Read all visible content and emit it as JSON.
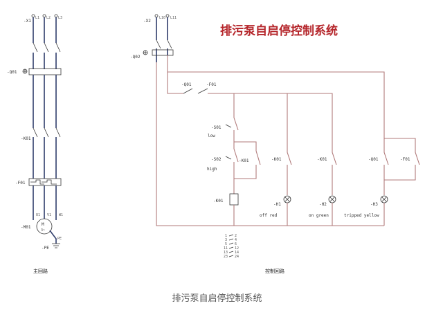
{
  "diagram_title": "排污泵自启停控制系统",
  "caption": "排污泵自启停控制系统",
  "main_circuit": {
    "supply": "-X1",
    "phases": [
      "L1",
      "L2",
      "L3"
    ],
    "breaker": "-Q01",
    "contactor": "-K01",
    "overload": "-F01",
    "motor": "-M01",
    "motor_symbol": "M",
    "motor_phase": "3~",
    "terminals": [
      "U1",
      "V1",
      "W1"
    ],
    "earth": "-PE",
    "earth_term": "PE",
    "section_label": "主回路"
  },
  "control_circuit": {
    "supply": "-X2",
    "terminals": [
      "L10",
      "L11"
    ],
    "breaker": "-Q02",
    "aux_q01": "-Q01",
    "aux_f01": "-F01",
    "float_low": "-S01",
    "float_low_label": "low",
    "float_high": "-S02",
    "float_high_label": "high",
    "hold_contact": "-K01",
    "coil": "-K01",
    "lamp_off": "-H1",
    "lamp_off_label": "off red",
    "lamp_on": "-H2",
    "lamp_on_label": "on green",
    "lamp_trip": "-H3",
    "lamp_trip_label": "tripped yellow",
    "contact_k01_nc": "-K01",
    "contact_k01_no": "-K01",
    "contact_q01": "-Q01",
    "contact_f01": "-F01",
    "section_label": "控制回路"
  },
  "contact_table": [
    {
      "a": "1",
      "b": "2"
    },
    {
      "a": "3",
      "b": "4"
    },
    {
      "a": "5",
      "b": "6"
    },
    {
      "a": "11",
      "b": "12"
    },
    {
      "a": "13",
      "b": "14"
    },
    {
      "a": "23",
      "b": "24"
    }
  ]
}
